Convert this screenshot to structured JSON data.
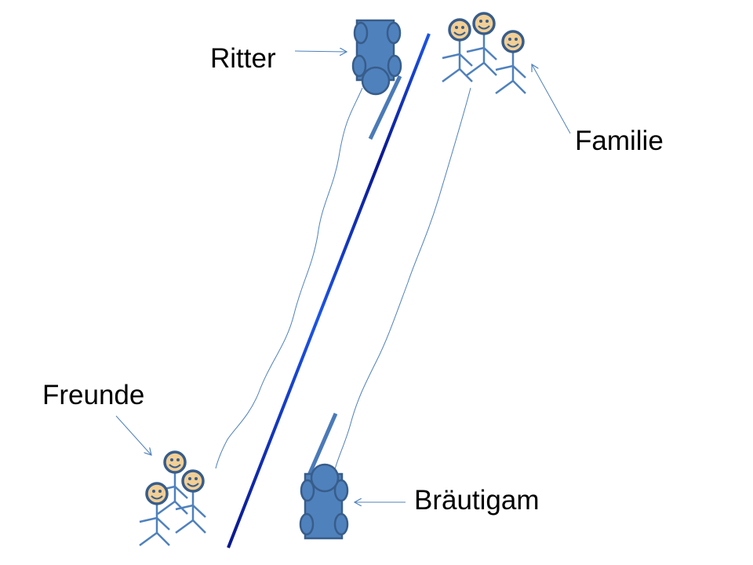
{
  "labels": {
    "ritter": "Ritter",
    "familie": "Familie",
    "freunde": "Freunde",
    "braeutigam": "Bräutigam"
  },
  "colors": {
    "figure_fill": "#4f81bd",
    "figure_stroke": "#385d8a",
    "face_fill": "#f2cf95",
    "line_dark": "#0a1790",
    "line_light": "#1d55e6",
    "arrow": "#4f81bd"
  }
}
